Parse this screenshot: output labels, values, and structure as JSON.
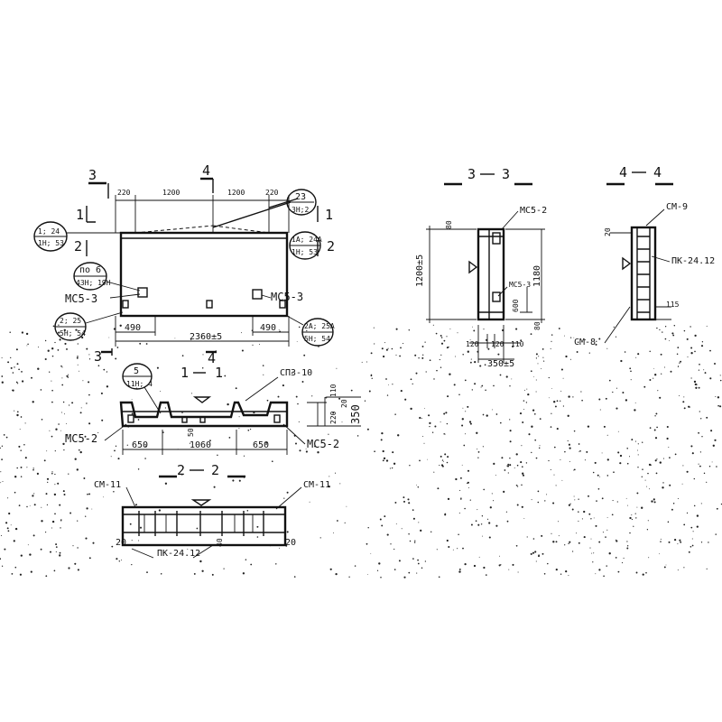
{
  "plan": {
    "sec3": "3",
    "sec4": "4",
    "sec1": "1",
    "sec2": "2",
    "top_dims": [
      "220",
      "1200",
      "1200",
      "220"
    ],
    "dim_490_left": "490",
    "dim_490_right": "490",
    "dim_total": "2360±5",
    "callout_23_a": "23",
    "callout_23_b": "3Н;2",
    "callout_left1_a": "1; 24",
    "callout_left1_b": "1Н; 53",
    "callout_right1_a": "1A; 24A",
    "callout_right1_b": "1Н; 53",
    "callout_6_a": "по 6",
    "callout_6_b": "43Н; 19Н",
    "mc53_left": "МС5-3",
    "mc53_right": "МС5-3",
    "callout_2_a": "2; 25",
    "callout_2_b": "5Н; 54",
    "callout_2A_a": "2A; 25A",
    "callout_2A_b": "5Н; 54"
  },
  "section11": {
    "title_left": "1",
    "title_right": "1",
    "callout_5_a": "5",
    "callout_5_b": "11Н; 4",
    "label_spz": "СП3-10",
    "mc52_left": "МС5-2",
    "mc52_right": "МС5-2",
    "dims": [
      "650",
      "1060",
      "650"
    ],
    "dim_50": "50",
    "dim_350": "350",
    "dim_220": "220",
    "dim_110": "110",
    "dim_20": "20"
  },
  "section22": {
    "title_left": "2",
    "title_right": "2",
    "cm11_left": "СМ-11",
    "cm11_right": "СМ-11",
    "pk": "ПК-24.12",
    "dim_20_left": "20",
    "dim_20_right": "20",
    "dim_40": "40"
  },
  "section33": {
    "title_left": "3",
    "title_right": "3",
    "mc52": "МС5-2",
    "mc53": "МС5-3",
    "dim_1200": "1200±5",
    "dim_1180": "1180",
    "dim_600": "600",
    "dim_80_top": "80",
    "dim_80_bottom": "80",
    "bottom_dims": [
      "120",
      "120",
      "110"
    ],
    "dim_350": "350±5"
  },
  "section44": {
    "title_left": "4",
    "title_right": "4",
    "cm9": "СМ-9",
    "pk": "ПК-24.12",
    "cm8": "СМ-8",
    "dim_20": "20",
    "dim_115": "115"
  }
}
